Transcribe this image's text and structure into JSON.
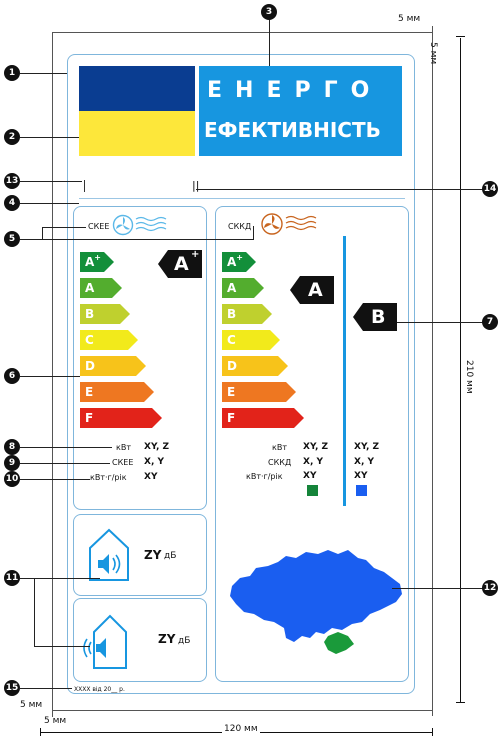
{
  "dimensions": {
    "top_margin": "5 мм",
    "top_margin_side": "5 мм",
    "height": "210 мм",
    "width": "120 мм",
    "bottom_margin": "5 мм",
    "left_margin": "5 мм"
  },
  "callouts": [
    "1",
    "2",
    "3",
    "4",
    "5",
    "6",
    "7",
    "8",
    "9",
    "10",
    "11",
    "12",
    "13",
    "14",
    "15"
  ],
  "title": {
    "line1": "ЕНЕРГО",
    "line2": "ЕФЕКТИВНІСТЬ"
  },
  "flag_colors": {
    "blue": "#0a3d91",
    "yellow": "#fde73a"
  },
  "accent_color": "#1796e0",
  "supplier_separator": "||",
  "cooling": {
    "label": "СКЕЕ",
    "rating": "A",
    "rating_sup": "+"
  },
  "heating": {
    "label": "СККД",
    "rating_a": "A",
    "rating_b": "B"
  },
  "classes": [
    {
      "label": "A",
      "sup": "+",
      "color": "#138f3a"
    },
    {
      "label": "A",
      "sup": "",
      "color": "#53ad2e"
    },
    {
      "label": "B",
      "sup": "",
      "color": "#bfd02e"
    },
    {
      "label": "C",
      "sup": "",
      "color": "#f2ea1b"
    },
    {
      "label": "D",
      "sup": "",
      "color": "#f7c31a"
    },
    {
      "label": "E",
      "sup": "",
      "color": "#ee7721"
    },
    {
      "label": "F",
      "sup": "",
      "color": "#e2231a"
    }
  ],
  "cooling_values": {
    "row1_label": "кВт",
    "row1_value": "XY, Z",
    "row2_label": "СКЕЕ",
    "row2_value": "X, Y",
    "row3_label": "кВт·г/рік",
    "row3_value": "XY"
  },
  "heating_values": {
    "row1_label": "кВт",
    "row1_a": "XY, Z",
    "row1_b": "XY, Z",
    "row2_label": "СККД",
    "row2_a": "X, Y",
    "row2_b": "X, Y",
    "row3_label": "кВт·г/рік",
    "row3_a": "XY",
    "row3_b": "XY",
    "swatch_a": "#15843a",
    "swatch_b": "#1a5ef0"
  },
  "noise": {
    "indoor_value": "ZY",
    "indoor_unit": "дБ",
    "outdoor_value": "ZY",
    "outdoor_unit": "дБ"
  },
  "map_color": "#1a5ef0",
  "crimea_color": "#1a9a3a",
  "footer": "XXXX від 20__ р."
}
